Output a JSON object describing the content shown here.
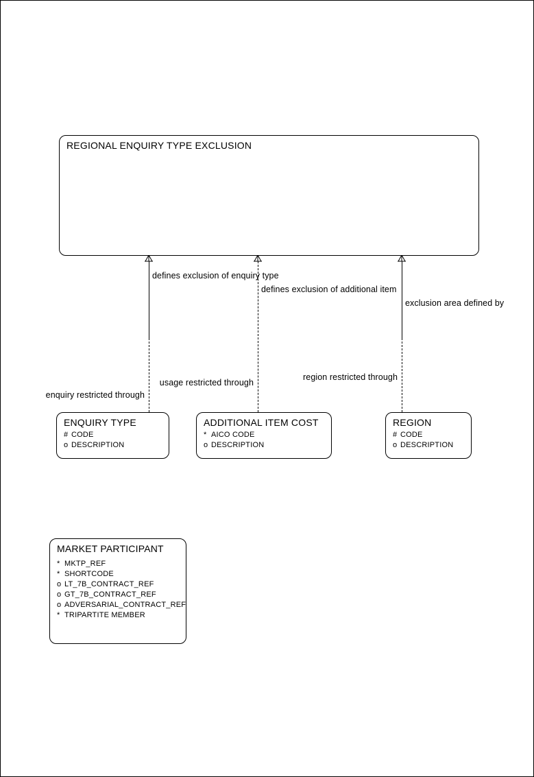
{
  "diagram": {
    "type": "entity-relationship",
    "notation": "barker"
  },
  "entities": {
    "regional_enquiry_type_exclusion": {
      "title": "REGIONAL ENQUIRY TYPE EXCLUSION",
      "attributes": []
    },
    "enquiry_type": {
      "title": "ENQUIRY TYPE",
      "attributes": [
        {
          "mark": "#",
          "name": "CODE"
        },
        {
          "mark": "o",
          "name": "DESCRIPTION"
        }
      ]
    },
    "additional_item_cost": {
      "title": "ADDITIONAL ITEM COST",
      "attributes": [
        {
          "mark": "*",
          "name": "AICO CODE"
        },
        {
          "mark": "o",
          "name": "DESCRIPTION"
        }
      ]
    },
    "region": {
      "title": "REGION",
      "attributes": [
        {
          "mark": "#",
          "name": "CODE"
        },
        {
          "mark": "o",
          "name": "DESCRIPTION"
        }
      ]
    },
    "market_participant": {
      "title": "MARKET PARTICIPANT",
      "attributes": [
        {
          "mark": "*",
          "name": "MKTP_REF"
        },
        {
          "mark": "*",
          "name": "SHORTCODE"
        },
        {
          "mark": "o",
          "name": "LT_7B_CONTRACT_REF"
        },
        {
          "mark": "o",
          "name": "GT_7B_CONTRACT_REF"
        },
        {
          "mark": "o",
          "name": "ADVERSARIAL_CONTRACT_REF"
        },
        {
          "mark": "*",
          "name": "TRIPARTITE MEMBER"
        }
      ]
    }
  },
  "relationships": [
    {
      "from_label": "defines exclusion of enquiry type",
      "to_label": "enquiry restricted through"
    },
    {
      "from_label": "defines exclusion of additional item",
      "to_label": "usage restricted through"
    },
    {
      "from_label": "exclusion area defined by",
      "to_label": "region restricted through"
    }
  ]
}
